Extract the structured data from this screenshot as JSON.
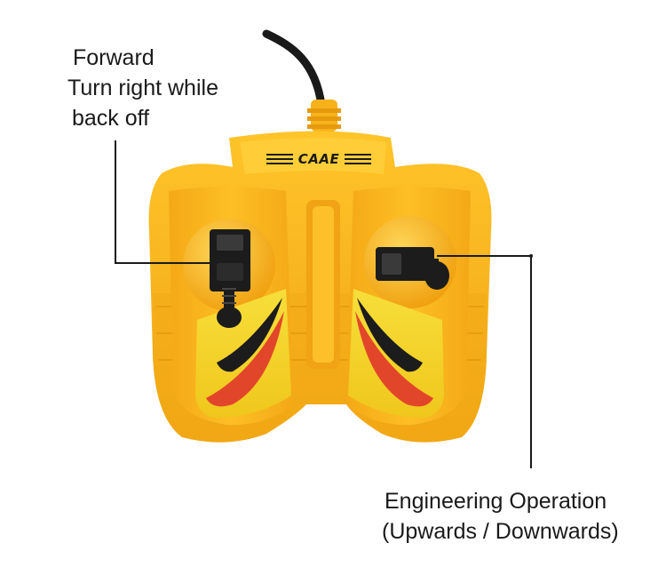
{
  "annotations": {
    "left_stick": {
      "lines": [
        "Forward",
        "Turn right while",
        "back off"
      ]
    },
    "right_stick": {
      "lines": [
        "Engineering Operation",
        "(Upwards / Downwards)"
      ]
    }
  },
  "device": {
    "brand_logo": "CAAE"
  },
  "colors": {
    "body": "#f6b21a",
    "body_shadow": "#e39a0c",
    "panel": "#f3d22a",
    "stick": "#1c1c1c",
    "red_stripe": "#e2462a",
    "cable": "#1a1a1a"
  }
}
